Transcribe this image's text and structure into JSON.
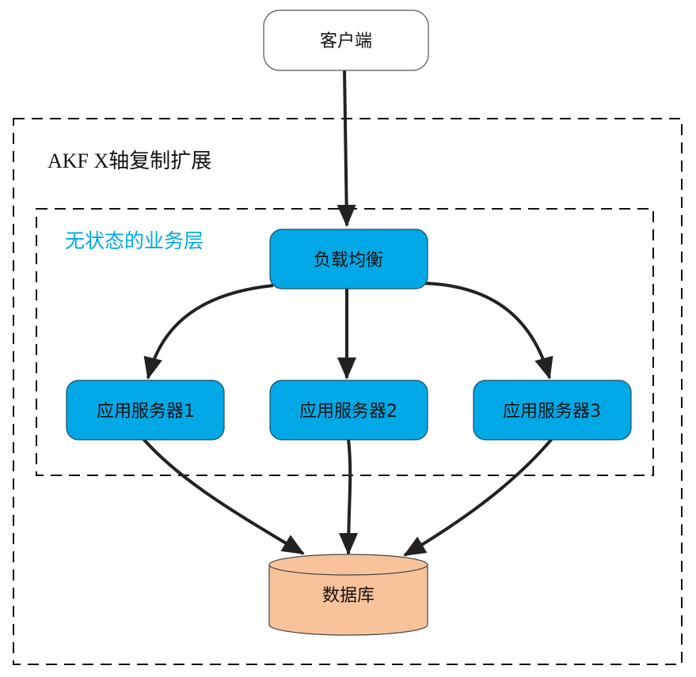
{
  "diagram": {
    "outer_group_label": "AKF X轴复制扩展",
    "inner_group_label": "无状态的业务层",
    "colors": {
      "app_node_fill": "#00A9E6",
      "database_fill": "#F8C39B",
      "inner_label": "#00A9E6",
      "edge": "#222222"
    },
    "nodes": {
      "client": "客户端",
      "load_balancer": "负载均衡",
      "app_server_1": "应用服务器1",
      "app_server_2": "应用服务器2",
      "app_server_3": "应用服务器3",
      "database": "数据库"
    },
    "edges": [
      {
        "from": "client",
        "to": "load_balancer"
      },
      {
        "from": "load_balancer",
        "to": "app_server_1"
      },
      {
        "from": "load_balancer",
        "to": "app_server_2"
      },
      {
        "from": "load_balancer",
        "to": "app_server_3"
      },
      {
        "from": "app_server_1",
        "to": "database"
      },
      {
        "from": "app_server_2",
        "to": "database"
      },
      {
        "from": "app_server_3",
        "to": "database"
      }
    ]
  }
}
